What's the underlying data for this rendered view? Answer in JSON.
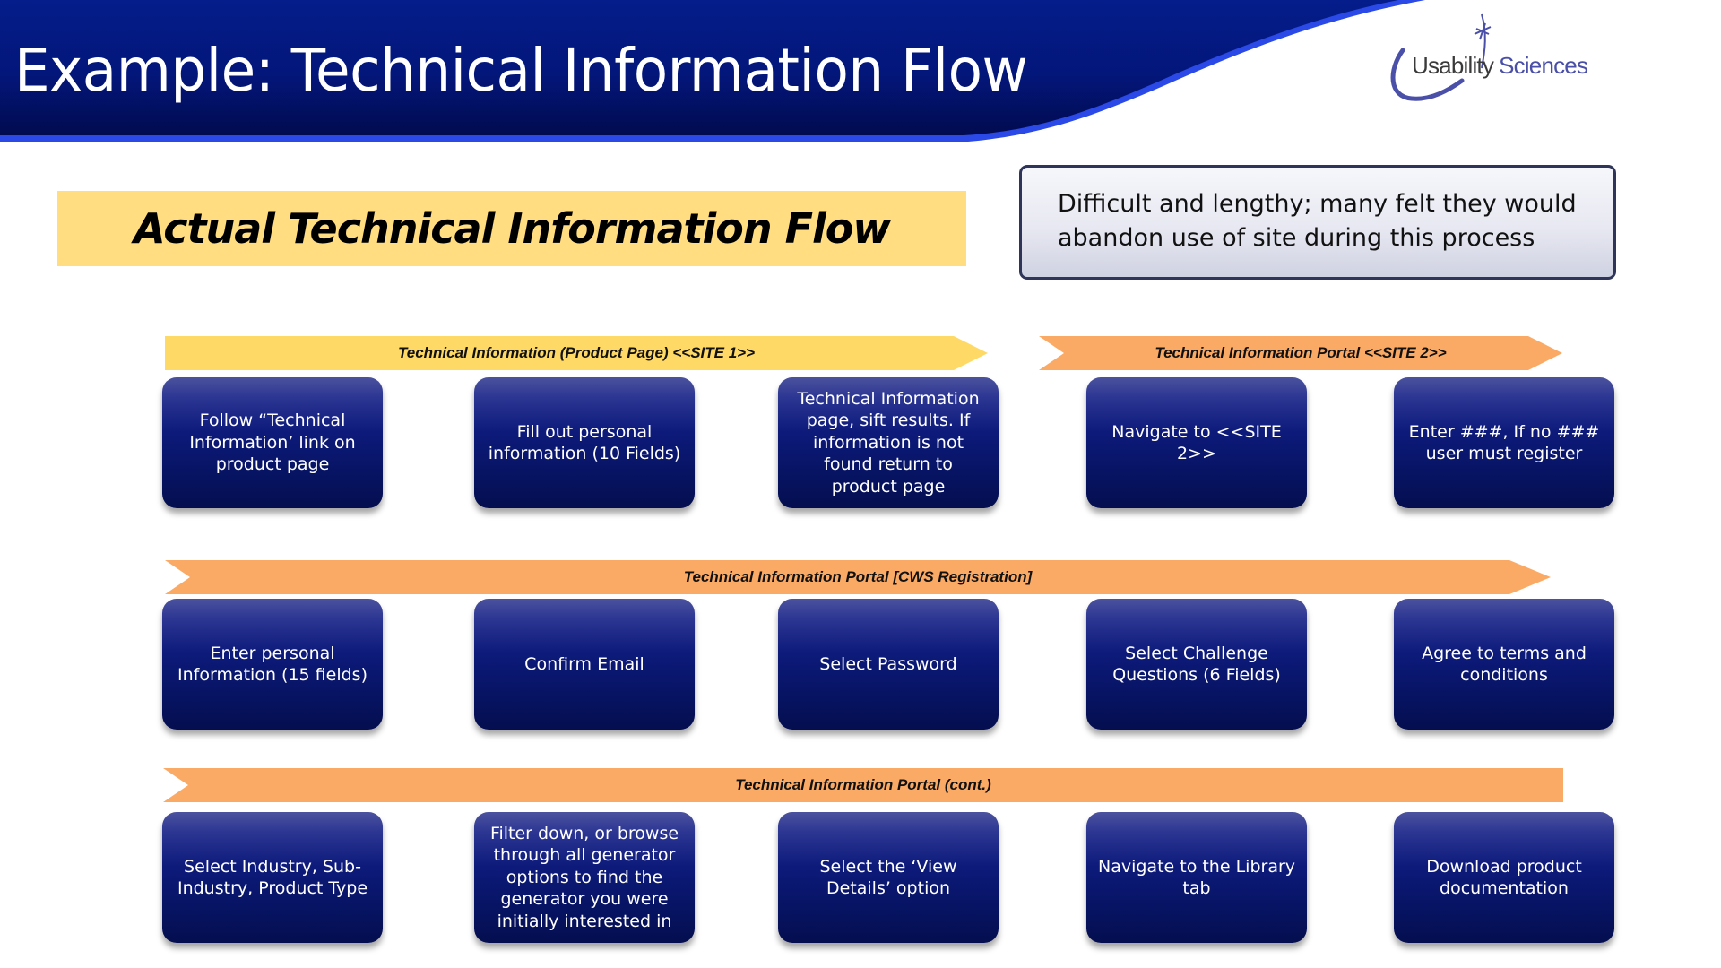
{
  "header": {
    "title": "Example: Technical Information Flow",
    "logo": {
      "word1": "Usability",
      "word2": "Sciences"
    },
    "colors": {
      "bar_top": "#041d8a",
      "bar_bottom": "#020c52",
      "swoosh": "#2a49e6"
    }
  },
  "section_title": "Actual Technical Information Flow",
  "callout": "Difficult and lengthy; many felt they would abandon use of site during this process",
  "colors": {
    "yellow_banner": "#ffd966",
    "orange_banner": "#fbaa65",
    "section_title_bg": "#ffdd80",
    "step_box": "#0a1670",
    "arrow": "#9a9cb4"
  },
  "rows": [
    {
      "banners": [
        {
          "label": "Technical Information (Product Page) <<SITE 1>>",
          "color": "yellow"
        },
        {
          "label": "Technical Information Portal <<SITE 2>>",
          "color": "orange"
        }
      ],
      "steps": [
        "Follow “Technical Information’ link on product page",
        "Fill out personal information (10 Fields)",
        "Technical Information page, sift results. If information is not found return to product page",
        "Navigate to <<SITE 2>>",
        "Enter ###, If no ### user must register"
      ]
    },
    {
      "banners": [
        {
          "label": "Technical Information Portal [CWS Registration]",
          "color": "orange"
        }
      ],
      "steps": [
        "Enter personal Information (15 fields)",
        "Confirm Email",
        "Select Password",
        "Select Challenge Questions (6 Fields)",
        "Agree to terms and conditions"
      ]
    },
    {
      "banners": [
        {
          "label": "Technical Information Portal (cont.)",
          "color": "orange"
        }
      ],
      "steps": [
        "Select Industry, Sub-Industry, Product Type",
        "Filter down, or browse through all generator options to find the generator you were initially interested in",
        "Select the ‘View Details’ option",
        "Navigate to the Library tab",
        "Download product documentation"
      ]
    }
  ]
}
